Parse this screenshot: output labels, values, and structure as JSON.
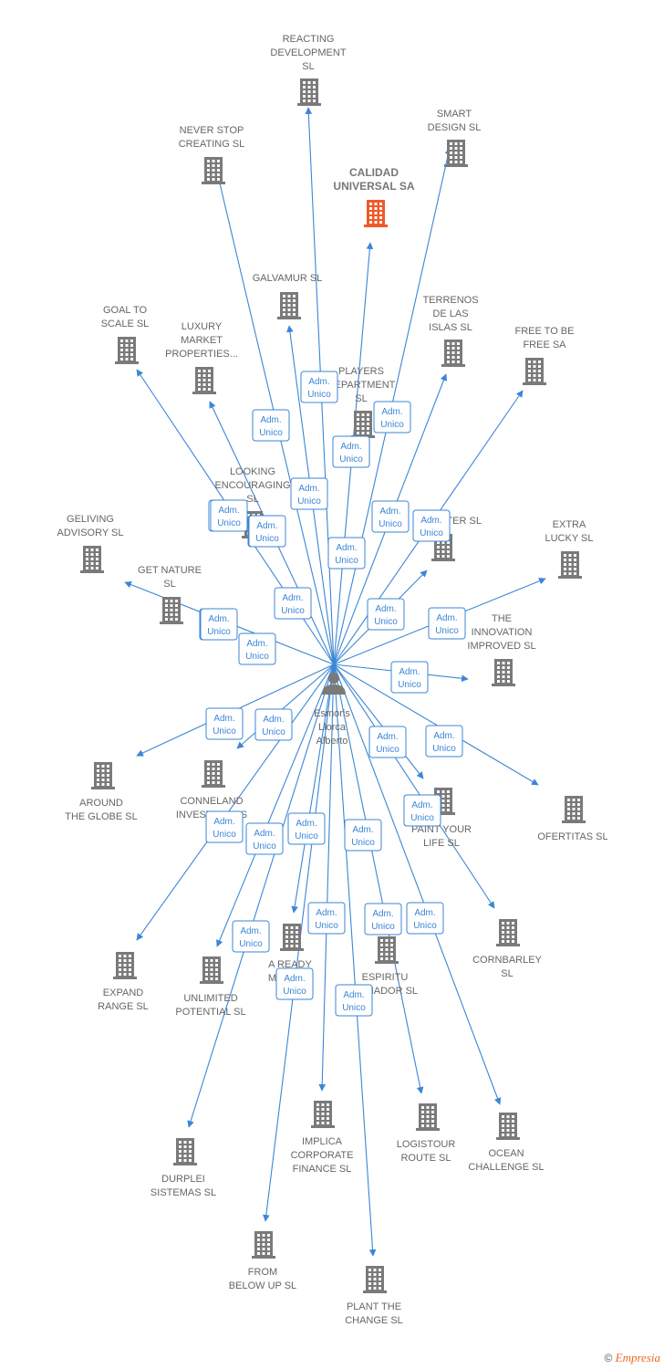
{
  "person": {
    "name_lines": [
      "Esmoris",
      "Llorca",
      "Alberto"
    ]
  },
  "role_label": [
    "Adm.",
    "Unico"
  ],
  "colors": {
    "edge": "#3b86d6",
    "building": "#7a7a7a",
    "highlight": "#f05a28",
    "label": "#666666"
  },
  "icons": {
    "company": "building-icon",
    "person": "person-icon"
  },
  "companies": [
    {
      "id": "reacting-development",
      "lines": [
        "REACTING",
        "DEVELOPMENT",
        "SL"
      ]
    },
    {
      "id": "smart-design",
      "lines": [
        "SMART",
        "DESIGN  SL"
      ]
    },
    {
      "id": "never-stop-creating",
      "lines": [
        "NEVER STOP",
        "CREATING  SL"
      ]
    },
    {
      "id": "calidad-universal",
      "lines": [
        "CALIDAD",
        "UNIVERSAL  SA"
      ],
      "highlight": true
    },
    {
      "id": "galvamur",
      "lines": [
        "GALVAMUR  SL"
      ]
    },
    {
      "id": "terrenos-de-las-islas",
      "lines": [
        "TERRENOS",
        "DE LAS",
        "ISLAS  SL"
      ]
    },
    {
      "id": "goal-to-scale",
      "lines": [
        "GOAL TO",
        "SCALE  SL"
      ]
    },
    {
      "id": "luxury-market-properties",
      "lines": [
        "LUXURY",
        "MARKET",
        "PROPERTIES..."
      ]
    },
    {
      "id": "free-to-be-free",
      "lines": [
        "FREE TO BE",
        "FREE SA"
      ]
    },
    {
      "id": "players-department",
      "lines": [
        "PLAYERS",
        "DEPARTMENT",
        "SL"
      ]
    },
    {
      "id": "looking-encouraging",
      "lines": [
        "LOOKING",
        "ENCOURAGING",
        "SL"
      ]
    },
    {
      "id": "geliving-advisory",
      "lines": [
        "GELIVING",
        "ADVISORY  SL"
      ]
    },
    {
      "id": "better-sl",
      "lines": [
        "BETTER  SL"
      ]
    },
    {
      "id": "extra-lucky",
      "lines": [
        "EXTRA",
        "LUCKY  SL"
      ]
    },
    {
      "id": "get-nature",
      "lines": [
        "GET NATURE",
        "SL"
      ]
    },
    {
      "id": "the-innovation-improved",
      "lines": [
        "THE",
        "INNOVATION",
        "IMPROVED  SL"
      ]
    },
    {
      "id": "around-the-globe",
      "lines": [
        "AROUND",
        "THE GLOBE  SL"
      ]
    },
    {
      "id": "conneland-investments",
      "lines": [
        "CONNELAND",
        "INVESTMENTS"
      ]
    },
    {
      "id": "paint-your-life",
      "lines": [
        "PAINT YOUR",
        "LIFE  SL"
      ]
    },
    {
      "id": "ofertitas",
      "lines": [
        "OFERTITAS  SL"
      ]
    },
    {
      "id": "cornbarley",
      "lines": [
        "CORNBARLEY",
        "SL"
      ]
    },
    {
      "id": "expand-range",
      "lines": [
        "EXPAND",
        "RANGE  SL"
      ]
    },
    {
      "id": "unlimited-potential",
      "lines": [
        "UNLIMITED",
        "POTENTIAL  SL"
      ]
    },
    {
      "id": "a-ready-made",
      "lines": [
        "A READY",
        "MADE  SL"
      ]
    },
    {
      "id": "espiritu-ganador",
      "lines": [
        "ESPIRITU",
        "GANADOR SL"
      ]
    },
    {
      "id": "implica-corporate-finance",
      "lines": [
        "IMPLICA",
        "CORPORATE",
        "FINANCE  SL"
      ]
    },
    {
      "id": "logistour-route",
      "lines": [
        "LOGISTOUR",
        "ROUTE  SL"
      ]
    },
    {
      "id": "ocean-challenge",
      "lines": [
        "OCEAN",
        "CHALLENGE  SL"
      ]
    },
    {
      "id": "durplei-sistemas",
      "lines": [
        "DURPLEI",
        "SISTEMAS  SL"
      ]
    },
    {
      "id": "from-below-up",
      "lines": [
        "FROM",
        "BELOW UP  SL"
      ]
    },
    {
      "id": "plant-the-change",
      "lines": [
        "PLANT THE",
        "CHANGE  SL"
      ]
    }
  ],
  "footer": {
    "copyright": "©",
    "brand": "Empresia"
  }
}
